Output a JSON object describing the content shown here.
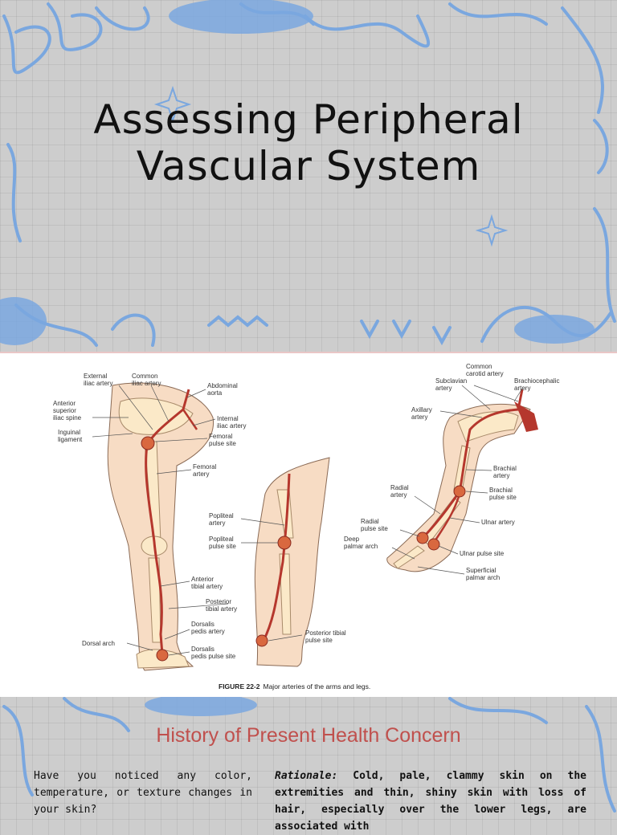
{
  "title": {
    "line1": "Assessing Peripheral",
    "line2": "Vascular System"
  },
  "figure": {
    "caption_label": "FIGURE 22-2",
    "caption_text": "Major arteries of the arms and legs.",
    "leg_labels": {
      "external_iliac_1": "External",
      "external_iliac_2": "iliac artery",
      "common_iliac_1": "Common",
      "common_iliac_2": "iliac artery",
      "abdominal_aorta_1": "Abdominal",
      "abdominal_aorta_2": "aorta",
      "anterior_superior_1": "Anterior",
      "anterior_superior_2": "superior",
      "anterior_superior_3": "iliac spine",
      "internal_iliac_1": "Internal",
      "internal_iliac_2": "iliac artery",
      "inguinal_1": "Inguinal",
      "inguinal_2": "ligament",
      "femoral_pulse_1": "Femoral",
      "femoral_pulse_2": "pulse site",
      "femoral_artery_1": "Femoral",
      "femoral_artery_2": "artery",
      "anterior_tibial_1": "Anterior",
      "anterior_tibial_2": "tibial artery",
      "posterior_tibial_1": "Posterior",
      "posterior_tibial_2": "tibial artery",
      "dorsalis_pedis_1": "Dorsalis",
      "dorsalis_pedis_2": "pedis artery",
      "dorsal_arch": "Dorsal arch",
      "dorsalis_pulse_1": "Dorsalis",
      "dorsalis_pulse_2": "pedis pulse site",
      "popliteal_artery_1": "Popliteal",
      "popliteal_artery_2": "artery",
      "popliteal_pulse_1": "Popliteal",
      "popliteal_pulse_2": "pulse site",
      "posterior_tibial_pulse_1": "Posterior tibial",
      "posterior_tibial_pulse_2": "pulse site"
    },
    "arm_labels": {
      "common_carotid_1": "Common",
      "common_carotid_2": "carotid artery",
      "subclavian_1": "Subclavian",
      "subclavian_2": "artery",
      "brachiocephalic_1": "Brachiocephalic",
      "brachiocephalic_2": "artery",
      "axillary_1": "Axillary",
      "axillary_2": "artery",
      "brachial_artery_1": "Brachial",
      "brachial_artery_2": "artery",
      "radial_artery_1": "Radial",
      "radial_artery_2": "artery",
      "brachial_pulse_1": "Brachial",
      "brachial_pulse_2": "pulse site",
      "ulnar_artery": "Ulnar artery",
      "radial_pulse_1": "Radial",
      "radial_pulse_2": "pulse site",
      "deep_palmar_1": "Deep",
      "deep_palmar_2": "palmar arch",
      "ulnar_pulse": "Ulnar pulse site",
      "superficial_palmar_1": "Superficial",
      "superficial_palmar_2": "palmar arch"
    }
  },
  "section": {
    "title": "History of Present Health Concern",
    "question": "Have you noticed any color, temperature, or texture changes in your skin?",
    "rationale_label": "Rationale:",
    "rationale_text": " Cold, pale, clammy skin on the extremities and thin, shiny skin with loss of hair, especially over the lower legs, are associated with"
  },
  "colors": {
    "background": "#cdcdcd",
    "decoration_blue": "#7aa7df",
    "title_text": "#111111",
    "section_title": "#c0504d",
    "artery_red": "#b5372d",
    "skin": "#f7dcc4",
    "bone": "#fbe9c8"
  }
}
